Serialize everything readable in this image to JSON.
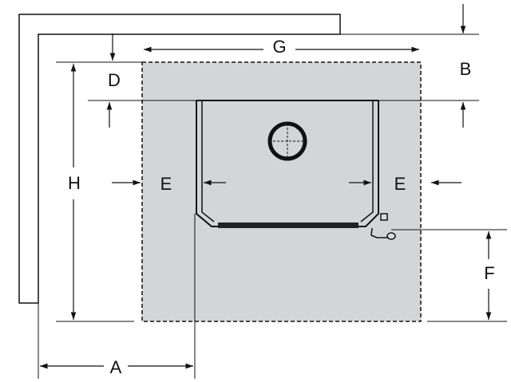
{
  "labels": {
    "A": "A",
    "B": "B",
    "D": "D",
    "E_left": "E",
    "E_right": "E",
    "F": "F",
    "G": "G",
    "H": "H"
  },
  "colors": {
    "area": "#d4d5d7",
    "line": "#111111"
  }
}
